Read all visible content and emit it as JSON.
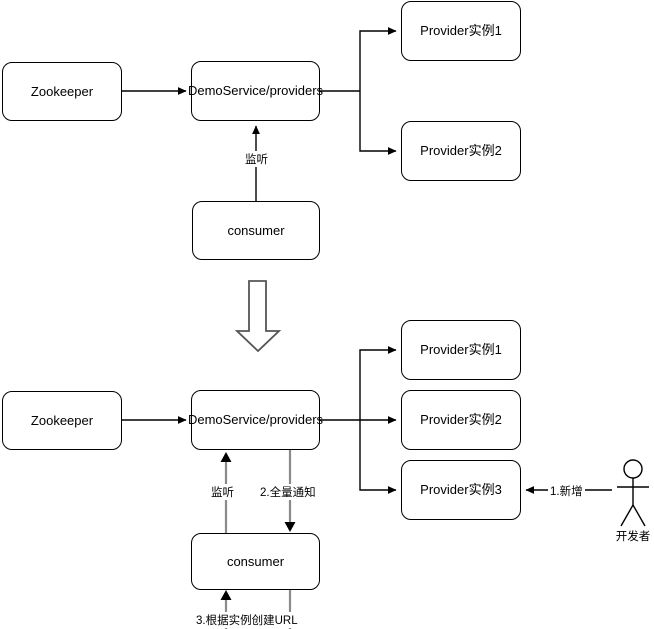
{
  "diagram": {
    "title": "Dubbo Zookeeper provider registration and consumer notification flow",
    "colors": {
      "stroke": "#000000",
      "gray_stroke": "#8a8a8a",
      "background": "#ffffff",
      "fill": "#ffffff"
    },
    "sections": {
      "top": {
        "name": "before-new-provider",
        "nodes": {
          "zookeeper": "Zookeeper",
          "service_path": "DemoService/providers",
          "provider1": "Provider实例1",
          "provider2": "Provider实例2",
          "consumer": "consumer"
        },
        "edge_labels": {
          "watch": "监听"
        }
      },
      "transition": {
        "name": "down-arrow",
        "icon": "big-down-arrow"
      },
      "bottom": {
        "name": "after-new-provider",
        "nodes": {
          "zookeeper": "Zookeeper",
          "service_path": "DemoService/providers",
          "provider1": "Provider实例1",
          "provider2": "Provider实例2",
          "provider3": "Provider实例3",
          "consumer": "consumer",
          "developer": "开发者"
        },
        "edge_labels": {
          "watch": "监听",
          "full_notify": "2.全量通知",
          "create_url": "3.根据实例创建URL",
          "add_new": "1.新增"
        }
      }
    }
  }
}
